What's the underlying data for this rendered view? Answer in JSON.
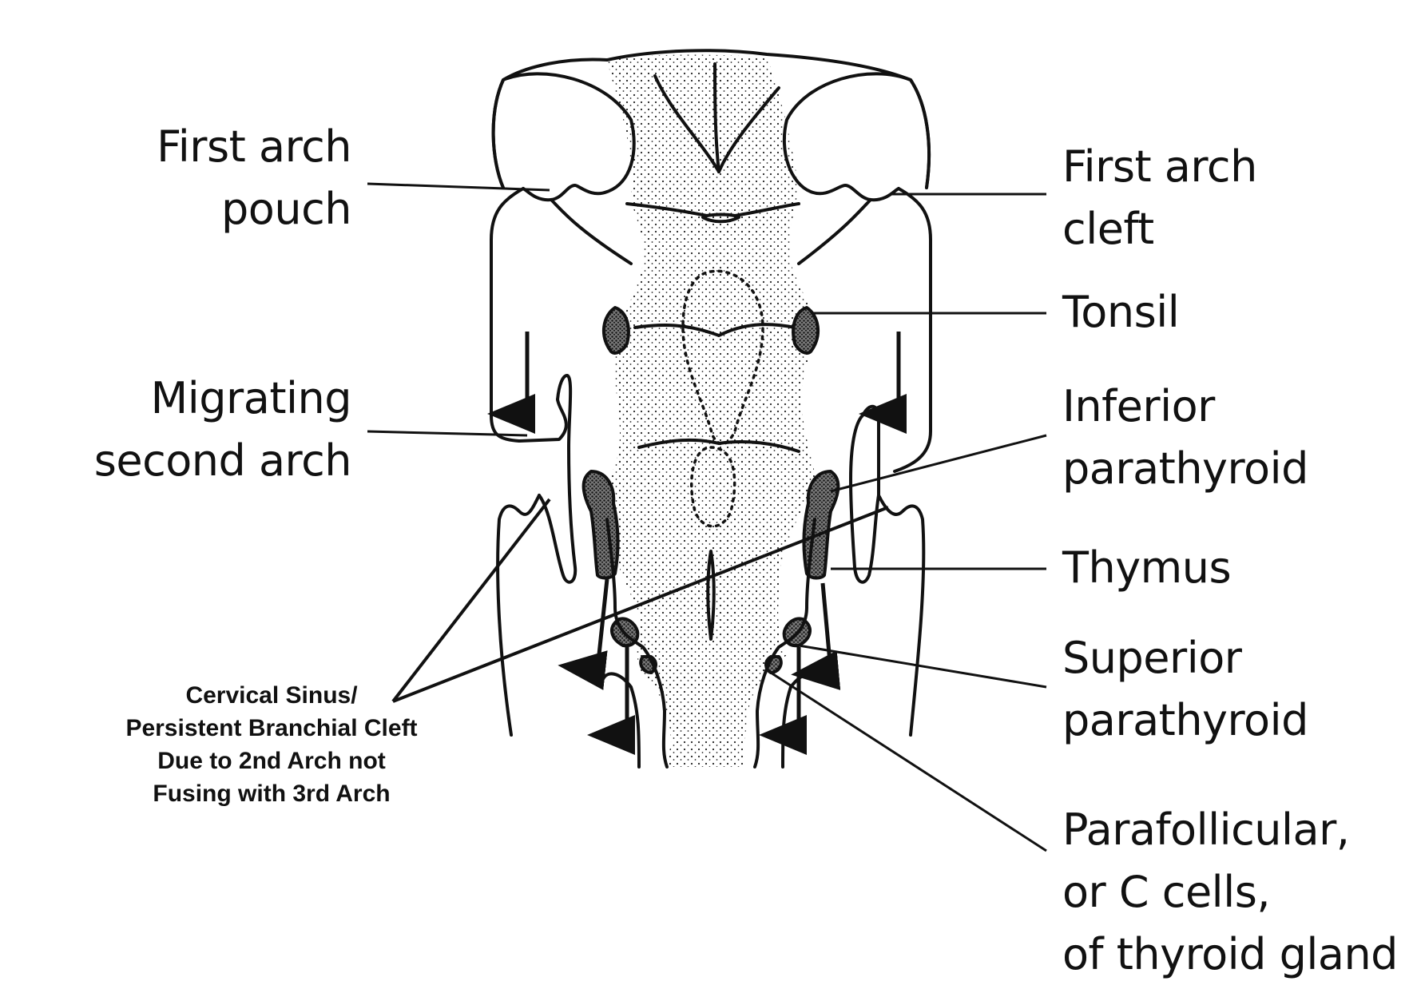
{
  "labels": {
    "first_arch_pouch": [
      "First arch",
      "pouch"
    ],
    "migrating_second_arch": [
      "Migrating",
      "second arch"
    ],
    "first_arch_cleft": [
      "First arch",
      "cleft"
    ],
    "tonsil": "Tonsil",
    "inferior_parathyroid": [
      "Inferior",
      "parathyroid"
    ],
    "thymus": "Thymus",
    "superior_parathyroid": [
      "Superior",
      "parathyroid"
    ],
    "parafollicular": [
      "Parafollicular,",
      "or C cells,",
      "of thyroid gland"
    ],
    "cervical_sinus_note": [
      "Cervical Sinus/",
      "Persistent Branchial Cleft",
      "Due to 2nd Arch not",
      "Fusing with 3rd Arch"
    ]
  },
  "colors": {
    "ink": "#111111",
    "background": "#ffffff",
    "stipple": "#222222",
    "tissue": "#555555"
  }
}
